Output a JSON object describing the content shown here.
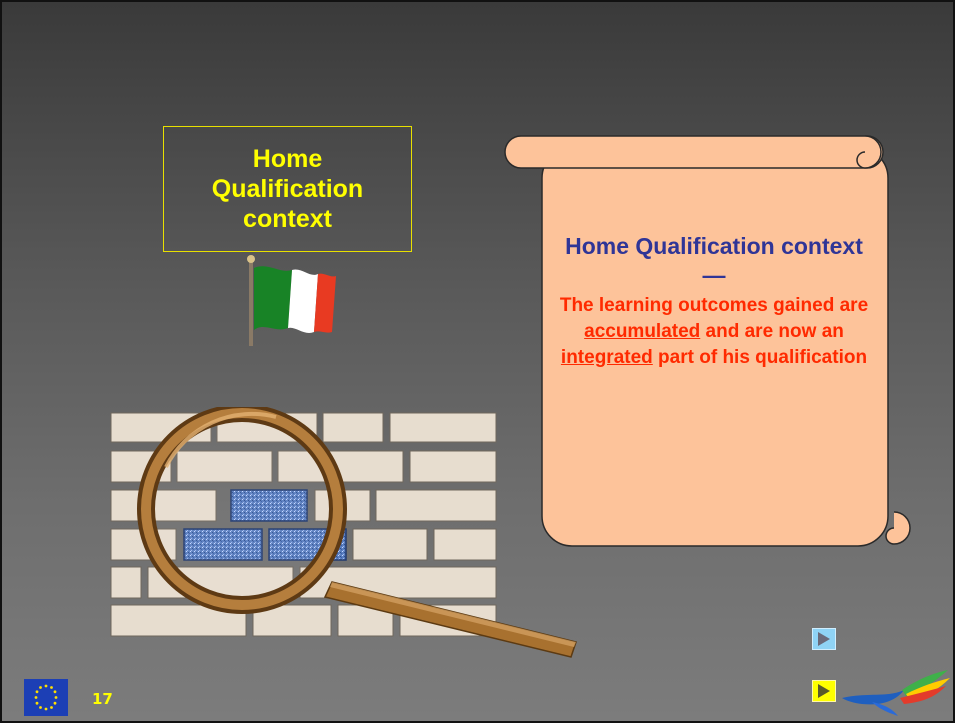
{
  "slide": {
    "title_box": {
      "text": "Home Qualification context"
    },
    "scroll": {
      "heading": "Home Qualification context",
      "dash": "—",
      "body_part1": "The learning outcomes gained are ",
      "body_underline1": "accumulated",
      "body_part2": " and are now an ",
      "body_underline2": "integrated",
      "body_part3": " part of his qualification"
    },
    "page_number": "17",
    "icons": {
      "flag": "italy-flag-icon",
      "wall": "brick-wall-illustration",
      "magnifier": "magnifying-glass-icon",
      "eu": "eu-flag-icon",
      "logo": "program-logo-icon",
      "nav1": "play-triangle-icon",
      "nav2": "play-triangle-icon"
    },
    "colors": {
      "title_text": "#ffff00",
      "scroll_fill": "#fdc39a",
      "heading": "#2f3597",
      "body": "#ff2a00",
      "nav1_fill": "#8fd3f5",
      "nav2_fill": "#ffff00"
    }
  }
}
